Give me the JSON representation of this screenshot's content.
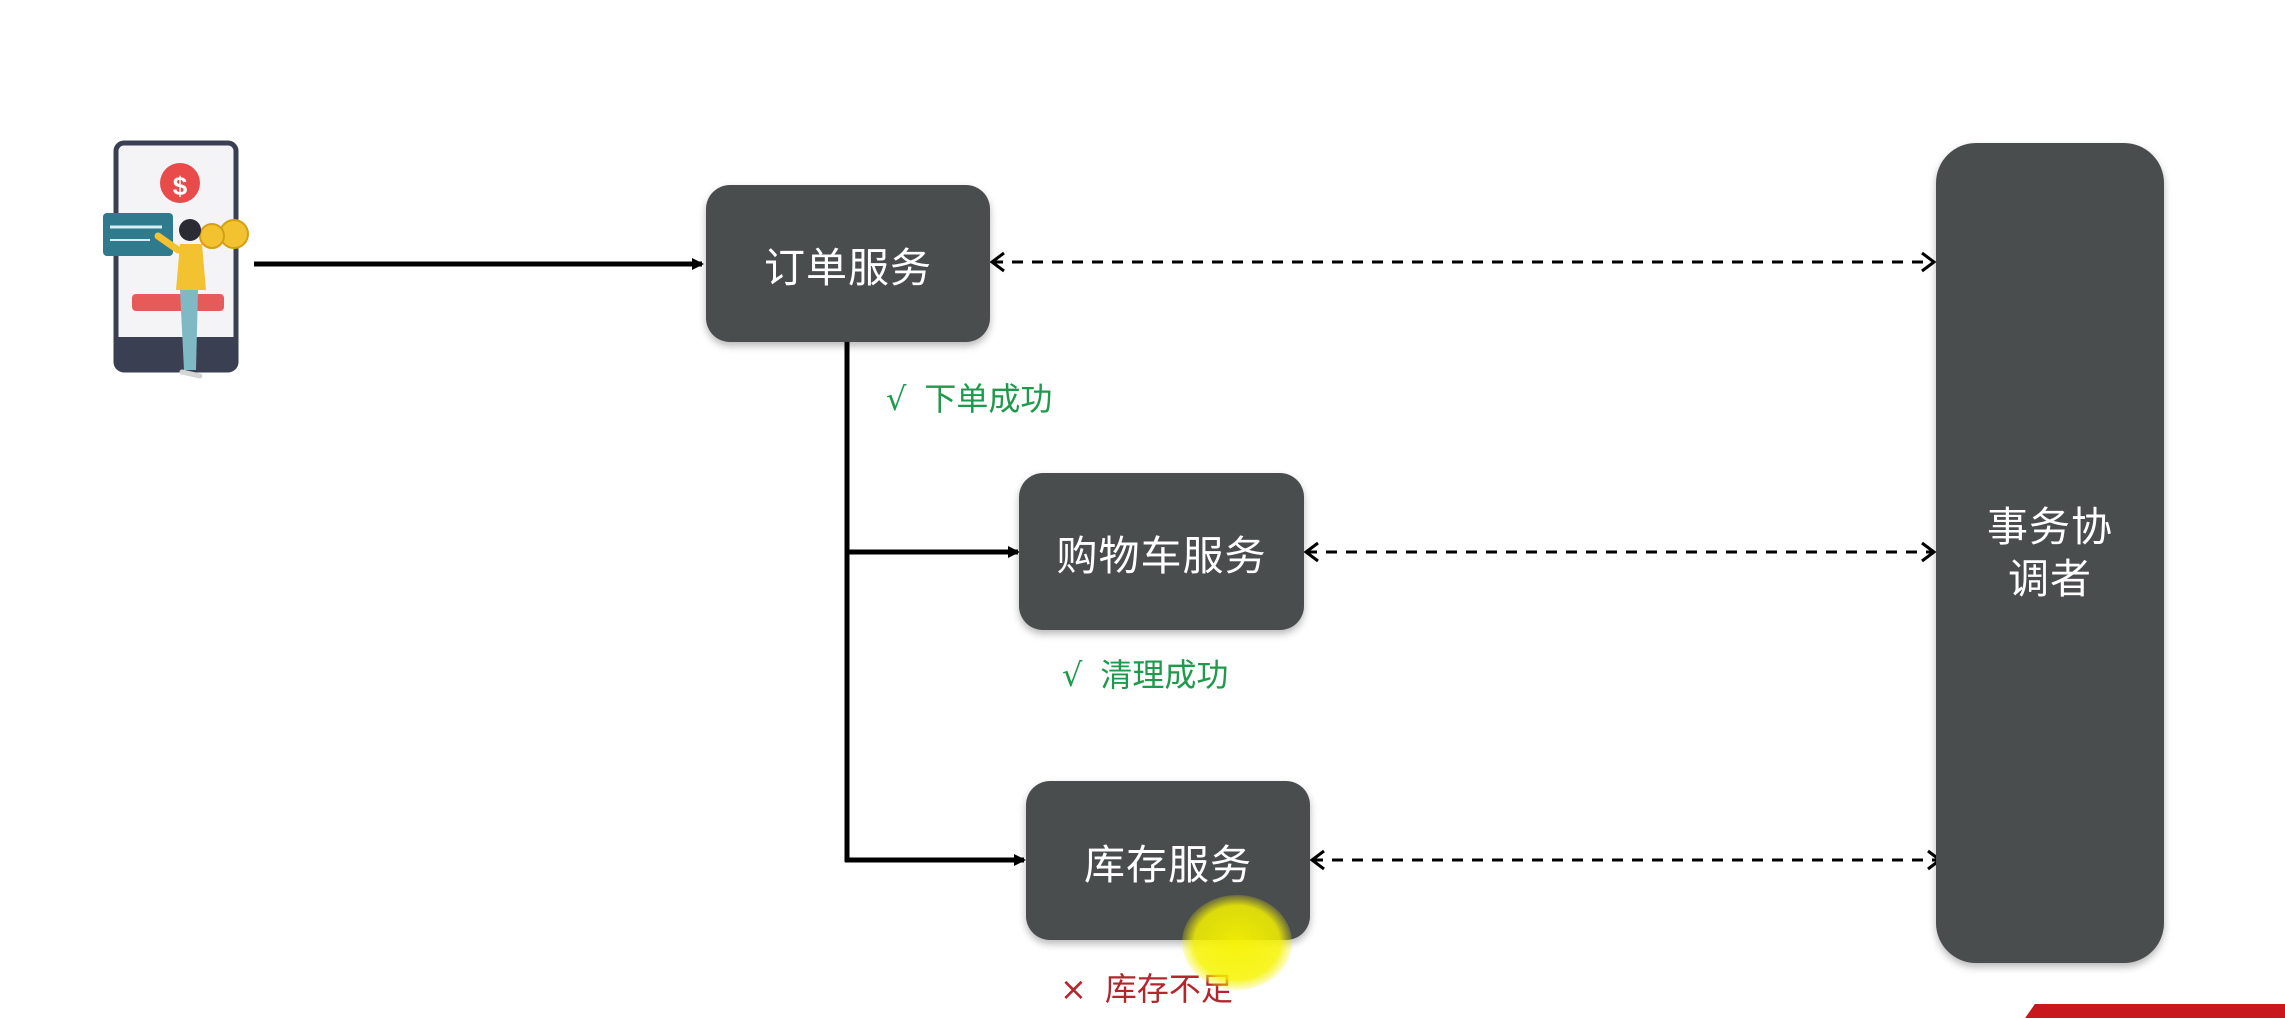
{
  "nodes": {
    "order": "订单服务",
    "cart": "购物车服务",
    "inventory": "库存服务",
    "coordinator": {
      "line1": "事务协",
      "line2": "调者"
    }
  },
  "statuses": {
    "order": {
      "mark": "√",
      "text": "下单成功"
    },
    "cart": {
      "mark": "√",
      "text": "清理成功"
    },
    "inventory": {
      "mark": "×",
      "text": "库存不足"
    }
  },
  "colors": {
    "node": "#4a4d4e",
    "success": "#1f9a4c",
    "failure": "#b3262d",
    "highlight": "#f6f300"
  },
  "icons": {
    "client": "mobile-payment-user-icon"
  }
}
